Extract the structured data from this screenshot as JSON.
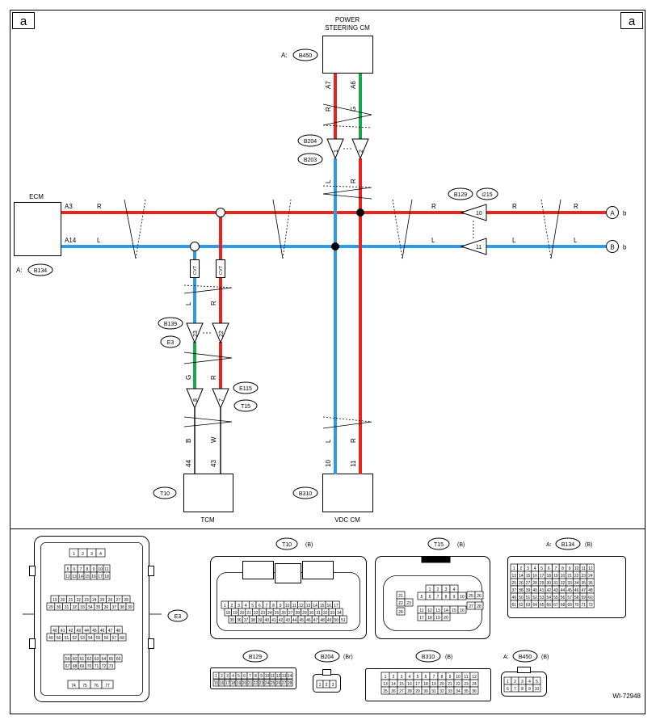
{
  "diagram_id": "WI-72948",
  "page_marker": "a",
  "units": {
    "power_steering": {
      "name": "POWER STEERING CM",
      "name_line1": "POWER",
      "name_line2": "STEERING CM",
      "connector": "B450",
      "prefix": "A:"
    },
    "ecm": {
      "name": "ECM",
      "connector": "B134",
      "prefix": "A:"
    },
    "tcm": {
      "name": "TCM",
      "connector": "T10"
    },
    "vdc": {
      "name": "VDC CM",
      "connector": "B310"
    }
  },
  "pins": {
    "ps_a7": "A7",
    "ps_a6": "A6",
    "ecm_a3": "A3",
    "ecm_a14": "A14",
    "tcm_44": "44",
    "tcm_43": "43",
    "vdc_10": "10",
    "vdc_11": "11",
    "b204_1": "1",
    "b204_2": "2",
    "b139_23": "23",
    "b139_22": "22",
    "e115_8": "8",
    "e115_7": "7",
    "b129_10": "10",
    "b129_11": "11"
  },
  "wire_colors": {
    "red": "R",
    "blue": "L",
    "green": "G",
    "black": "B",
    "white": "W"
  },
  "colors": {
    "red": "#e8241c",
    "blue": "#2f9be6",
    "green": "#1aa64a"
  },
  "connectors": {
    "b204": "B204",
    "b203": "B203",
    "b139": "B139",
    "e3": "E3",
    "e115": "E115",
    "t15": "T15",
    "b129": "B129",
    "i215": "i215"
  },
  "labels": {
    "cvt": "CVT",
    "to_a": "A",
    "to_b": "B",
    "dest": "b"
  },
  "legend": {
    "e3": {
      "name": "E3"
    },
    "t10": {
      "name": "T10",
      "color": "(B)"
    },
    "t15": {
      "name": "T15",
      "color": "(B)"
    },
    "b134": {
      "prefix": "A:",
      "name": "B134",
      "color": "(B)"
    },
    "b129": {
      "name": "B129"
    },
    "b204": {
      "name": "B204",
      "color": "(Br)"
    },
    "b310": {
      "name": "B310",
      "color": "(B)"
    },
    "b450": {
      "prefix": "A:",
      "name": "B450",
      "color": "(B)"
    }
  }
}
